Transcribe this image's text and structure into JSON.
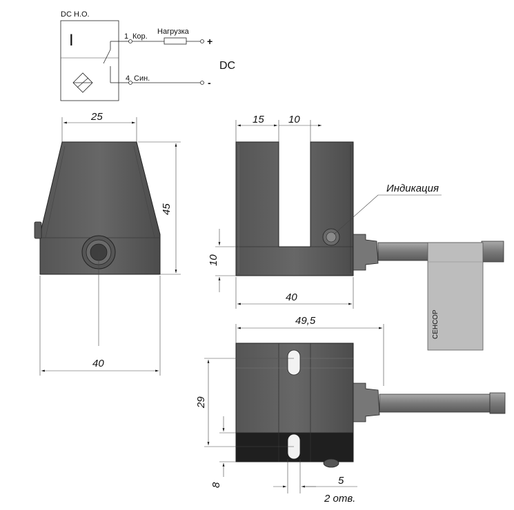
{
  "schematic": {
    "title": "DC H.O.",
    "pin1": "1",
    "pin1_label": "Кор.",
    "pin4": "4",
    "pin4_label": "Син.",
    "load_label": "Нагрузка",
    "plus": "+",
    "minus": "-",
    "supply_label": "DC",
    "switch_symbol": "I"
  },
  "front_view": {
    "width_top": "25",
    "height": "45",
    "width_base": "40"
  },
  "side_view": {
    "dim_left": "15",
    "dim_slot": "10",
    "dim_base_h": "10",
    "dim_length": "40",
    "indication_label": "Индикация",
    "brand_label": "СЕНСОР"
  },
  "top_view": {
    "dim_total": "49,5",
    "dim_holes_pitch": "29",
    "dim_edge": "8",
    "dim_hole": "5",
    "holes_note": "2 отв."
  },
  "colors": {
    "body_dark": "#4a4a4a",
    "body_mid": "#5e5e5e",
    "body_light": "#7a7a7a",
    "cable": "#8a8a8a",
    "tag": "#bdbdbd"
  }
}
